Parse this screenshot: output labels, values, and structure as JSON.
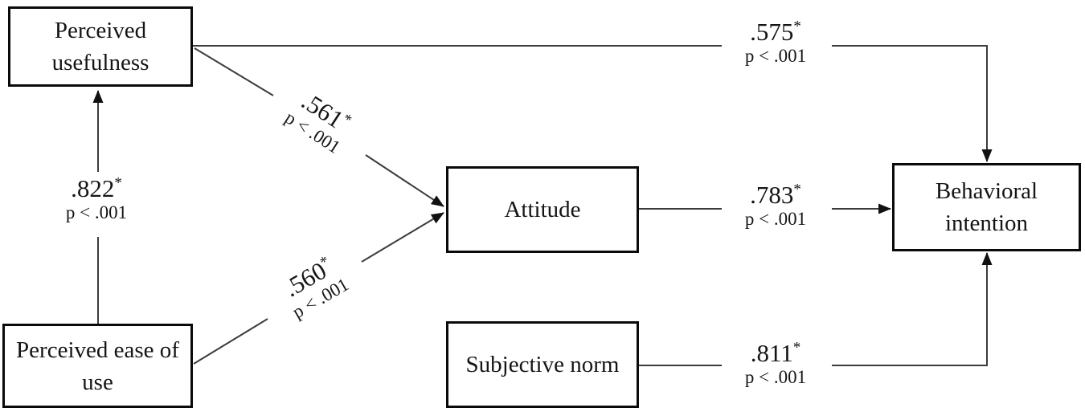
{
  "diagram": {
    "type": "path-model",
    "line_color": "#3c3c3c",
    "box_border_color": "#0a0a0a",
    "boxes": [
      {
        "id": "perceived-usefulness",
        "label": "Perceived usefulness"
      },
      {
        "id": "perceived-ease-of-use",
        "label": "Perceived ease of use"
      },
      {
        "id": "attitude",
        "label": "Attitude"
      },
      {
        "id": "subjective-norm",
        "label": "Subjective norm"
      },
      {
        "id": "behavioral-intention",
        "label": "Behavioral intention"
      }
    ],
    "paths": [
      {
        "from": "Perceived ease of use",
        "to": "Perceived usefulness",
        "coefficient": ".822",
        "significance_marker": "*",
        "p_value": "p < .001"
      },
      {
        "from": "Perceived usefulness",
        "to": "Behavioral intention",
        "coefficient": ".575",
        "significance_marker": "*",
        "p_value": "p < .001"
      },
      {
        "from": "Perceived usefulness",
        "to": "Attitude",
        "coefficient": ".561",
        "significance_marker": "*",
        "p_value": "p < .001"
      },
      {
        "from": "Perceived ease of use",
        "to": "Attitude",
        "coefficient": ".560",
        "significance_marker": "*",
        "p_value": "p < .001"
      },
      {
        "from": "Attitude",
        "to": "Behavioral intention",
        "coefficient": ".783",
        "significance_marker": "*",
        "p_value": "p < .001"
      },
      {
        "from": "Subjective norm",
        "to": "Behavioral intention",
        "coefficient": ".811",
        "significance_marker": "*",
        "p_value": "p < .001"
      }
    ]
  }
}
